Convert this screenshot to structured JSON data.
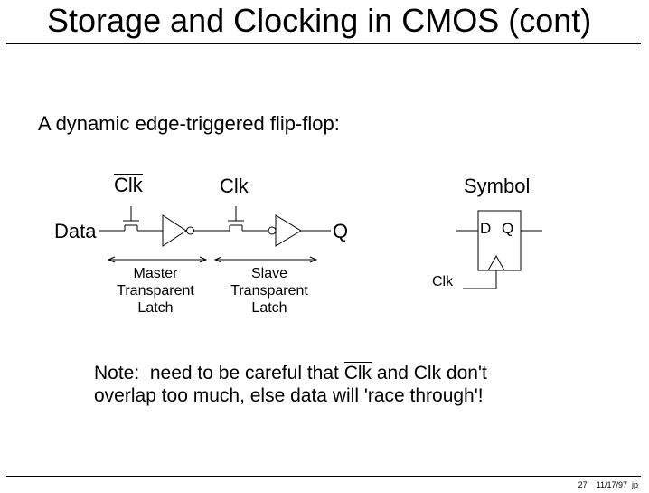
{
  "slide": {
    "title": "Storage and Clocking in CMOS (cont)",
    "subtitle": "A dynamic edge-triggered flip-flop:"
  },
  "diagram": {
    "clk_bar_label": "Clk",
    "clk_label": "Clk",
    "data_label": "Data",
    "q_label": "Q",
    "symbol_label": "Symbol",
    "symbol_d_label": "D",
    "symbol_q_label": "Q",
    "symbol_clk_label": "Clk",
    "master_label": [
      "Master",
      "Transparent",
      "Latch"
    ],
    "slave_label": [
      "Slave",
      "Transparent",
      "Latch"
    ]
  },
  "note": {
    "line1_prefix": "Note:  need to be careful that ",
    "line1_overbar": "Clk",
    "line1_suffix": " and Clk don't",
    "line2": "overlap too much, else data will 'race through'!"
  },
  "footer": {
    "page": "27",
    "date_author": "11/17/97  jp"
  }
}
